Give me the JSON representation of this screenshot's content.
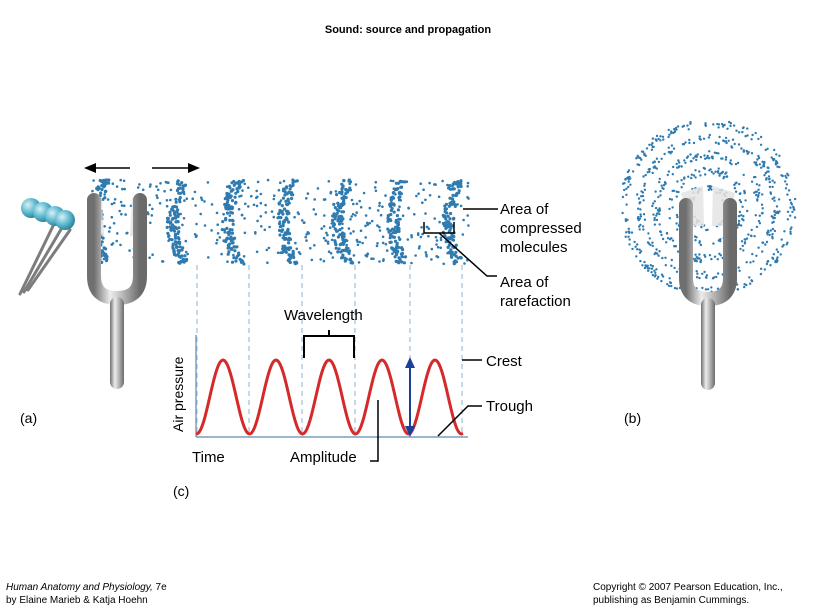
{
  "title": "Sound: source and propagation",
  "labels": {
    "compressed": [
      "Area of",
      "compressed",
      "molecules"
    ],
    "rarefaction": [
      "Area of",
      "rarefaction"
    ],
    "wavelength": "Wavelength",
    "crest": "Crest",
    "trough": "Trough",
    "y_axis": "Air pressure",
    "x_axis": "Time",
    "amplitude": "Amplitude"
  },
  "panels": {
    "a": "(a)",
    "b": "(b)",
    "c": "(c)"
  },
  "credits": {
    "book_title": "Human Anatomy and Physiology,",
    "edition": " 7e",
    "authors": "by Elaine Marieb & Katja Hoehn",
    "copyright": "Copyright © 2007 Pearson Education, Inc.,",
    "publisher": "publishing as Benjamin Cummings."
  },
  "colors": {
    "wave": "#d42a2a",
    "molecule": "#2f7bb0",
    "amplitude_arrow": "#1c3f9a",
    "fork": "#8c8c8c",
    "axis": "#7a9fc0"
  },
  "icons": [
    "tuning-fork-icon",
    "double-arrow-icon",
    "striker-ball-icon"
  ]
}
